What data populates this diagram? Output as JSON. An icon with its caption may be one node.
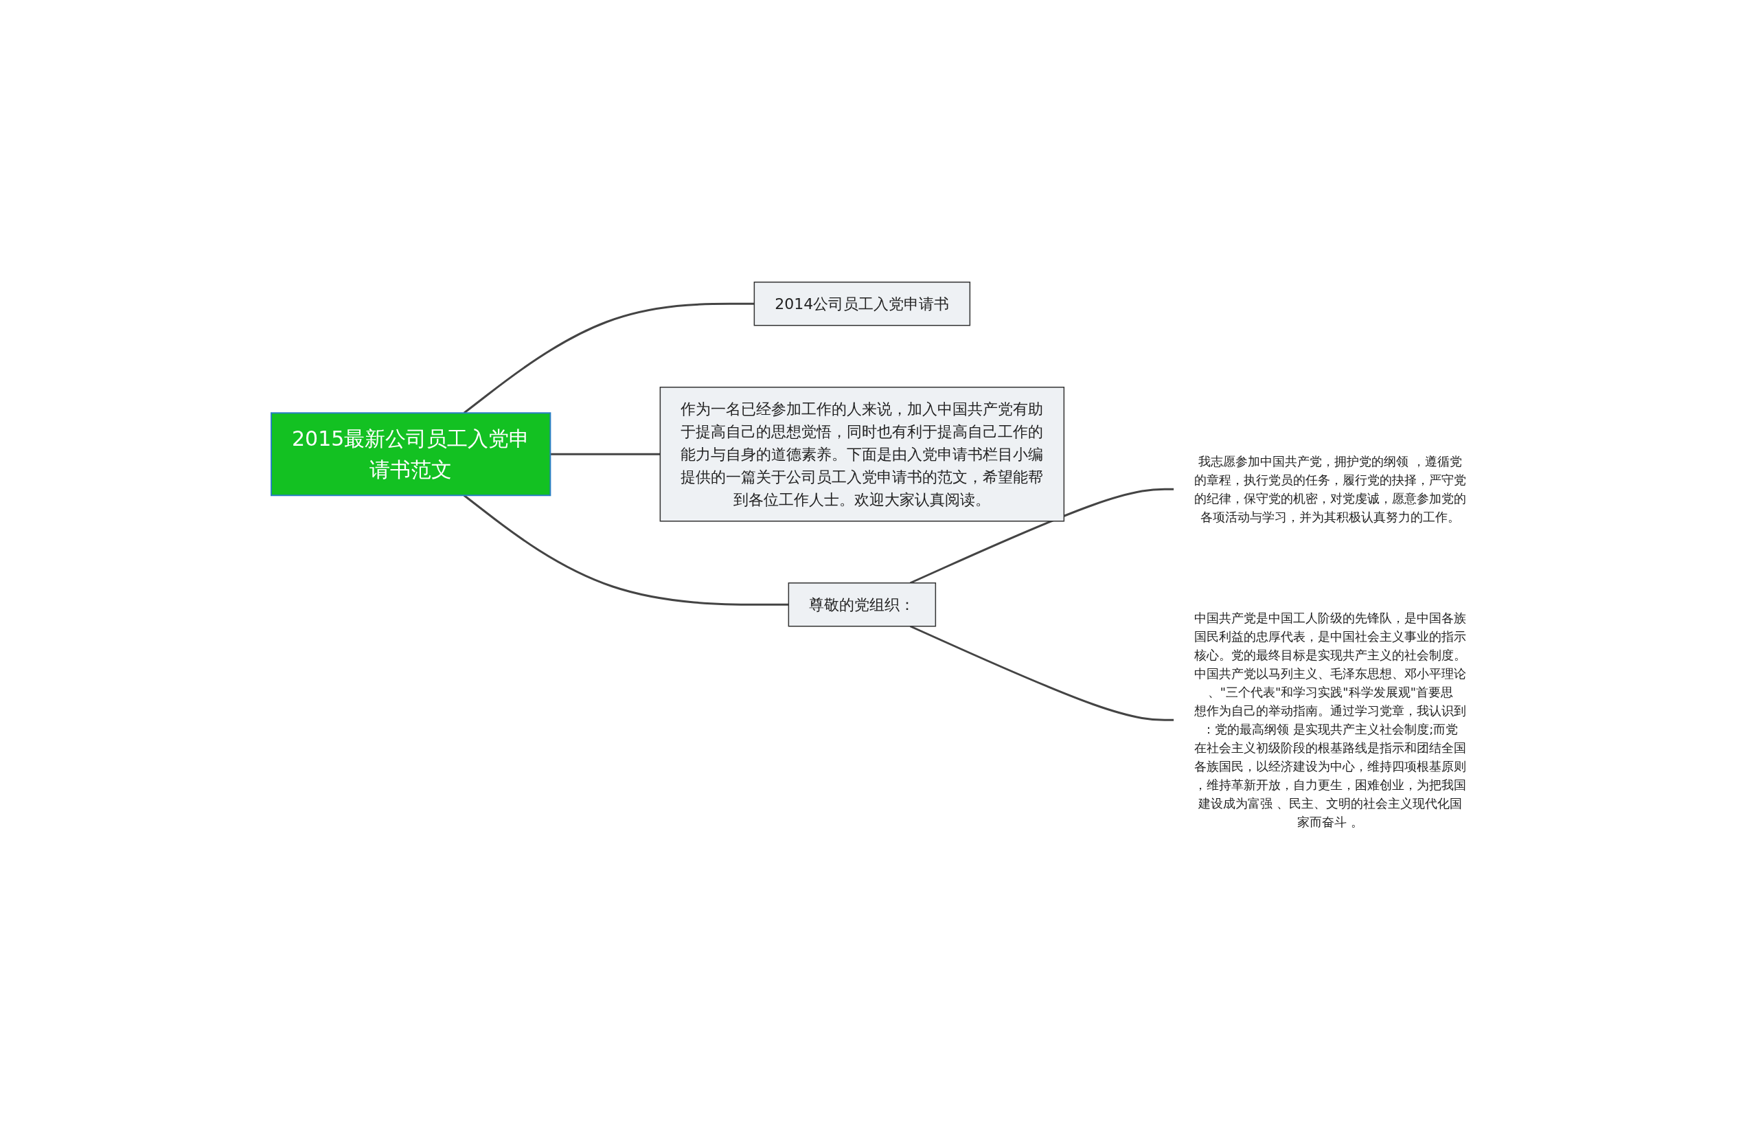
{
  "diagram": {
    "nodes": [
      {
        "text": [
          "2015最新公司员工入党申请书范文"
        ]
      },
      {
        "text": [
          "2014公司员工入党申请书"
        ]
      },
      {
        "text": [
          "作为一名已经参加工作的人来说，加入中国共产党有助于提高自己的思想觉悟，同时也有利于提高自己工作的能力与自身的道德素养。下面是由入党申请书栏目小编提供的一篇关于公司员工入党申请书的范文，希望能帮到各位工作人士。欢迎大家认真阅读。"
        ]
      },
      {
        "text": [
          "尊敬的党组织："
        ]
      },
      {
        "text": [
          "我志愿参加中国共产党，拥护党的纲领 ，遵循党的章程，执行党员的任务，履行党的抉择，严守党的纪律，保守党的机密，对党虔诚，愿意参加党的各项活动与学习，并为其积极认真努力的工作。"
        ]
      },
      {
        "text": [
          "中国共产党是中国工人阶级的先锋队，是中国各族国民利益的忠厚代表，是中国社会主义事业的指示核心。党的最终目标是实现共产主义的社会制度。中国共产党以马列主义、毛泽东思想、邓小平理论、\"三个代表\"和学习实践\"科学发展观\"首要思想作为自己的举动指南。通过学习党章，我认识到：党的最高纲领 是实现共产主义社会制度;而党在社会主义初级阶段的根基路线是指示和团结全国各族国民，以经济建设为中心，维持四项根基原则，维持革新开放，自力更生，困难创业，为把我国建设成为富强 、民主、文明的社会主义现代化国家而奋斗 。"
        ]
      }
    ],
    "edges": [
      {
        "from": 0,
        "to": 1,
        "arrow": "none"
      },
      {
        "from": 0,
        "to": 2,
        "arrow": "none"
      },
      {
        "from": 0,
        "to": 3,
        "arrow": "none"
      },
      {
        "from": 3,
        "to": 4,
        "arrow": "none"
      },
      {
        "from": 3,
        "to": 5,
        "arrow": "none"
      }
    ]
  }
}
